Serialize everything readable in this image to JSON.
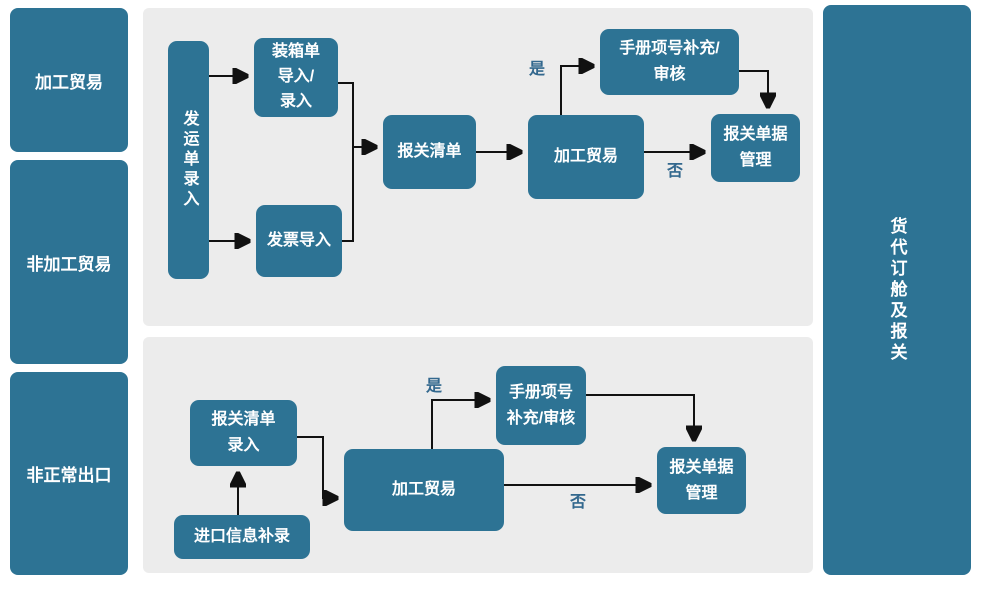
{
  "theme": {
    "background": "#ffffff",
    "panel_bg": "#ececec",
    "node_fill": "#2d7394",
    "node_text": "#ffffff",
    "edge_color": "#111111",
    "decision_label_color": "#33688e"
  },
  "left_column": {
    "items": [
      {
        "label": "加工贸易"
      },
      {
        "label": "非加工贸易"
      },
      {
        "label": "非正常出口"
      }
    ]
  },
  "right_column": {
    "label": "货代订舱及报关"
  },
  "flow_top": {
    "shipping_entry": "发运单录入",
    "packing_list": "装箱单\n导入/\n录入",
    "invoice_import": "发票导入",
    "declaration_list": "报关清单",
    "processing_trade": "加工贸易",
    "manual_item": "手册项号补充/\n审核",
    "doc_mgmt": "报关单据\n管理",
    "yes": "是",
    "no": "否"
  },
  "flow_bottom": {
    "declaration_entry": "报关清单\n录入",
    "import_info": "进口信息补录",
    "processing_trade": "加工贸易",
    "manual_item": "手册项号\n补充/审核",
    "doc_mgmt": "报关单据\n管理",
    "yes": "是",
    "no": "否"
  }
}
